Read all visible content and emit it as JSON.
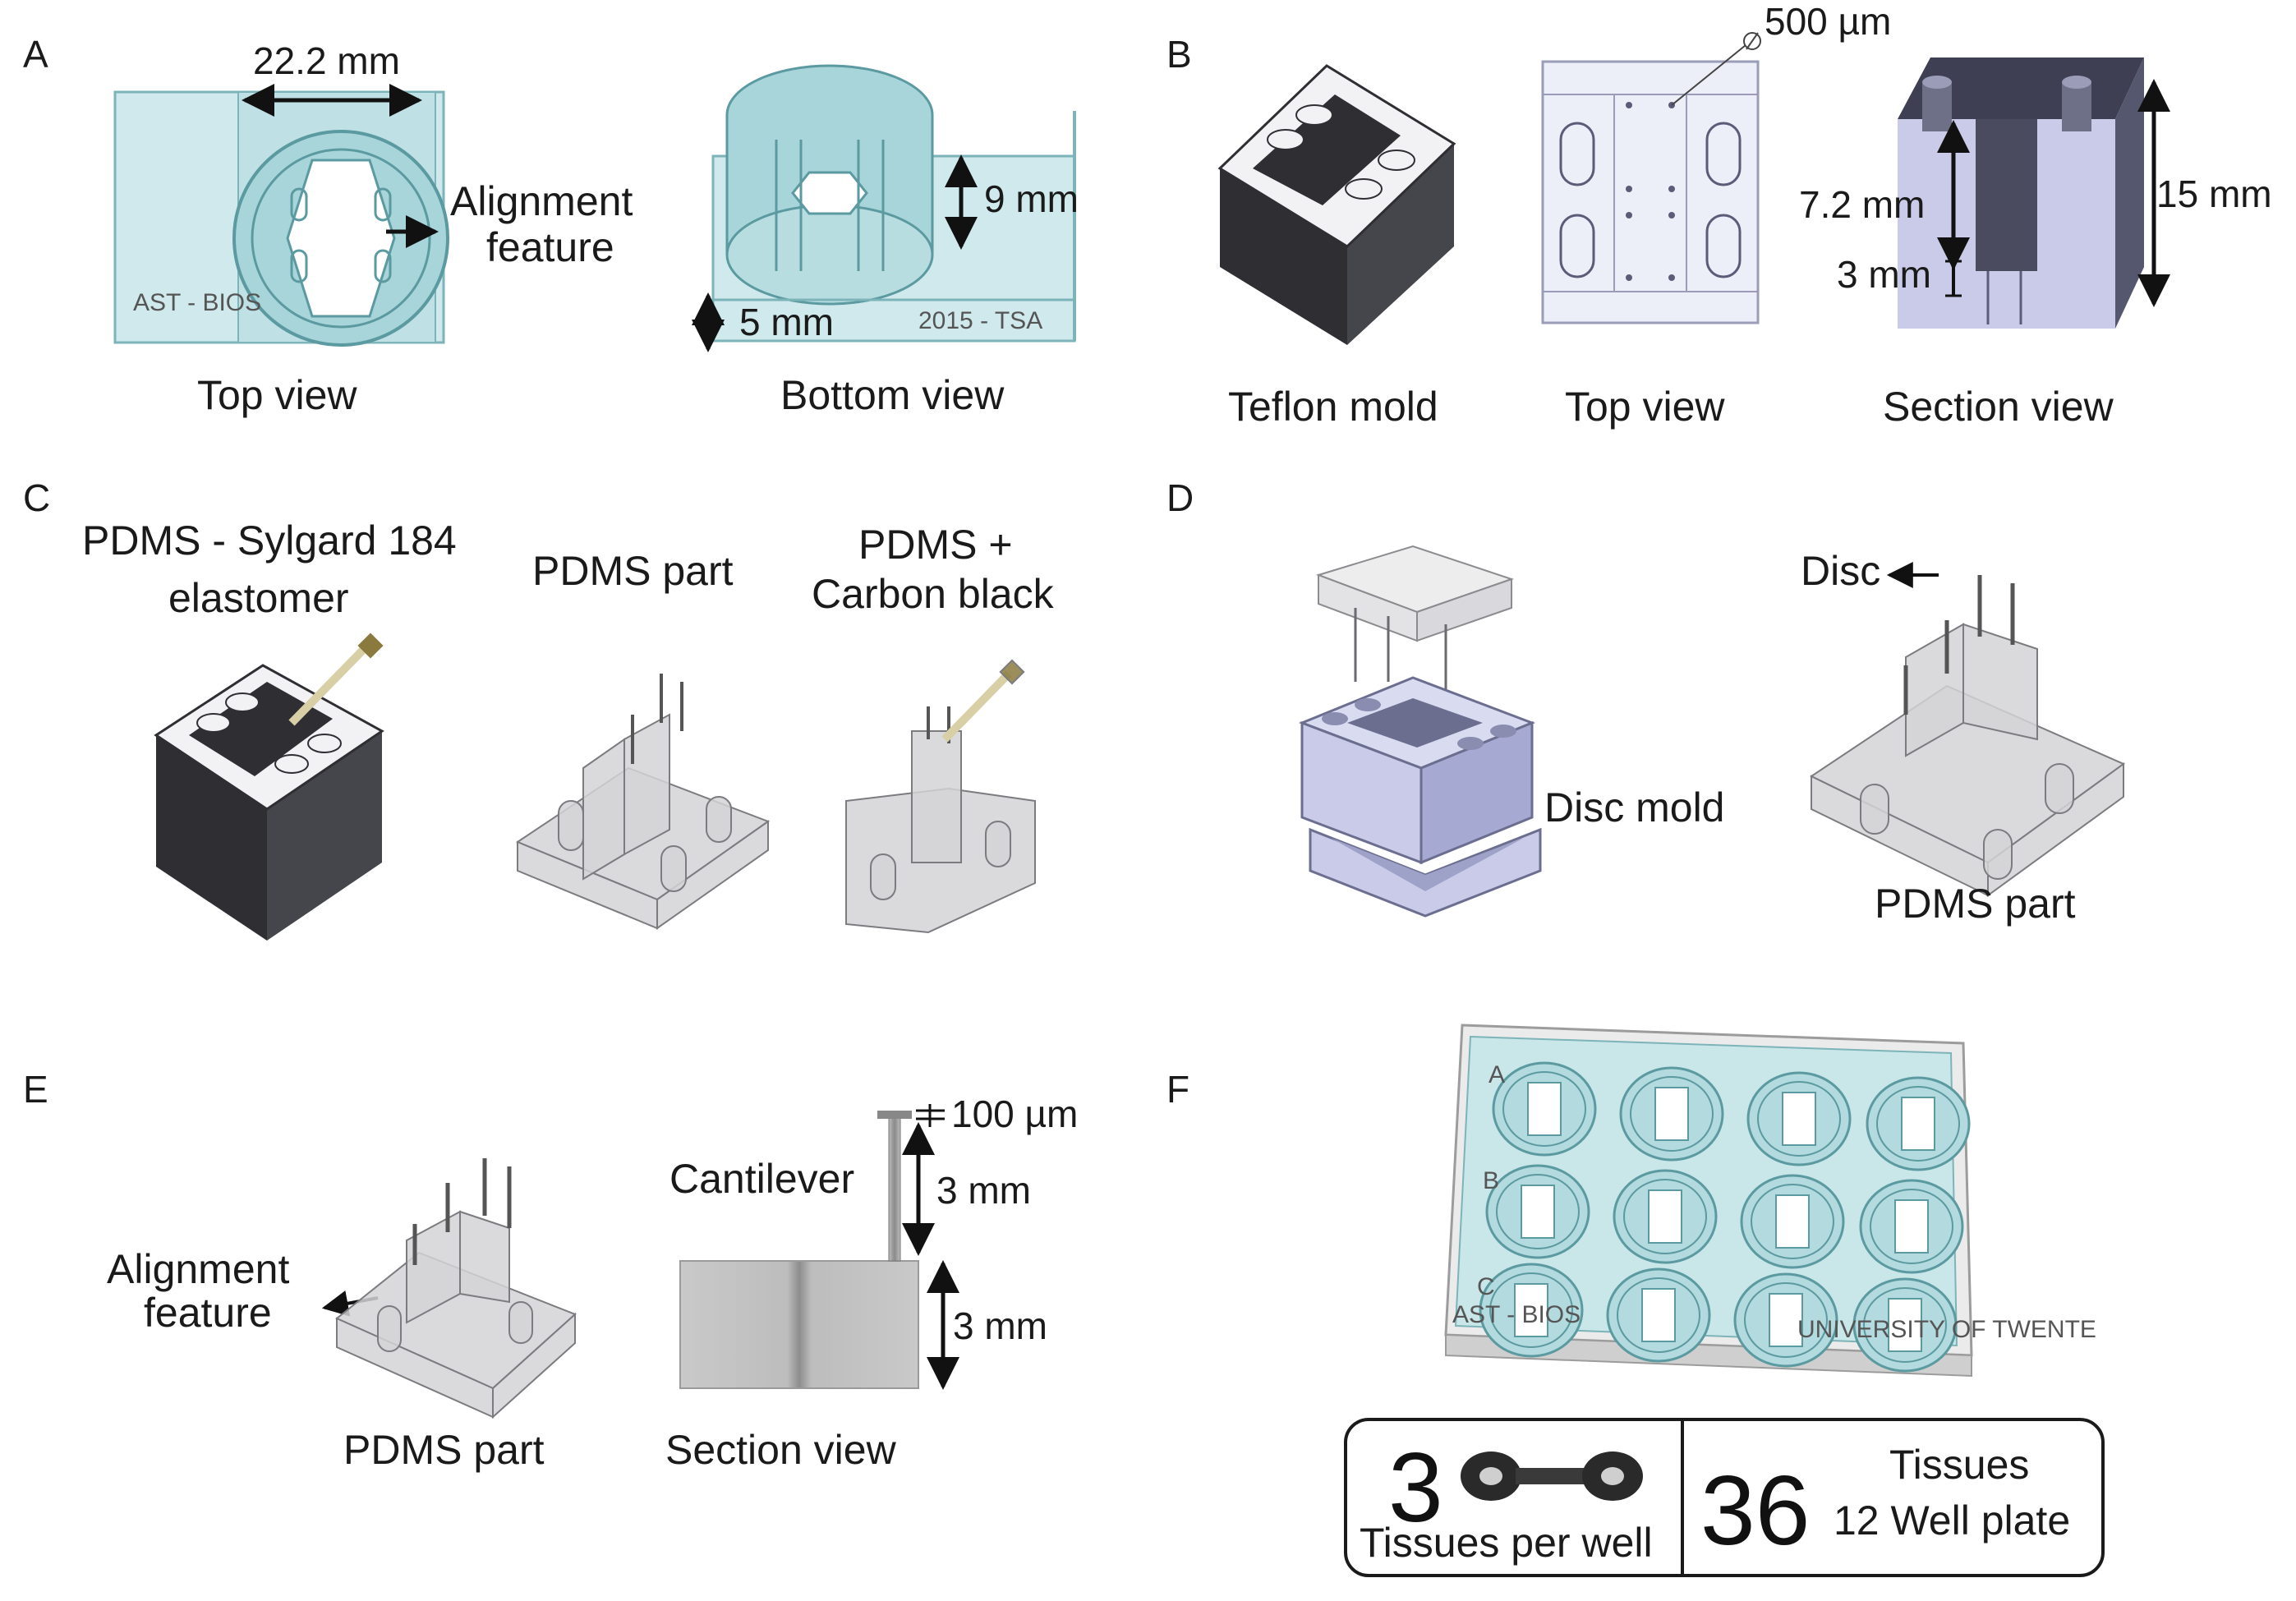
{
  "panels": {
    "A": {
      "label": "A",
      "width_dim": "22.2 mm",
      "alignment": [
        "Alignment",
        "feature"
      ],
      "height_dim": "9 mm",
      "base_dim": "5 mm",
      "engrave_left": "AST - BIOS",
      "engrave_right": "2015 - TSA",
      "top_caption": "Top view",
      "bottom_caption": "Bottom view"
    },
    "B": {
      "label": "B",
      "pin_dim": "500 µm",
      "depth_dim": "7.2 mm",
      "step_dim": "3 mm",
      "height_dim": "15 mm",
      "mold_caption": "Teflon mold",
      "top_caption": "Top view",
      "section_caption": "Section view"
    },
    "C": {
      "label": "C",
      "step1": [
        "PDMS - Sylgard 184",
        "elastomer"
      ],
      "step2": "PDMS part",
      "step3": [
        "PDMS +",
        "Carbon black"
      ]
    },
    "D": {
      "label": "D",
      "disc": "Disc",
      "disc_mold": "Disc mold",
      "part_caption": "PDMS part"
    },
    "E": {
      "label": "E",
      "alignment": [
        "Alignment",
        "feature"
      ],
      "part_caption": "PDMS part",
      "cap_dim": "100 µm",
      "cantilever": "Cantilever",
      "pillar_dim": "3 mm",
      "base_dim": "3 mm",
      "section_caption": "Section view"
    },
    "F": {
      "label": "F",
      "rows": [
        "A",
        "B",
        "C"
      ],
      "plate_left": "AST - BIOS",
      "plate_right": "UNIVERSITY OF TWENTE",
      "tissues_per_well_num": "3",
      "tissues_per_well_text": "Tissues per well",
      "total_num": "36",
      "total_word": "Tissues",
      "total_plate": "12 Well plate"
    }
  },
  "colors": {
    "teflon_dark": "#2e2e33",
    "teflon_light": "#f2f2f4",
    "lavender": "#c9cbe8",
    "pdms": "#d4d4d6",
    "acrylic": "#bfe3e6",
    "acrylic_edge": "#6aa8ad"
  }
}
